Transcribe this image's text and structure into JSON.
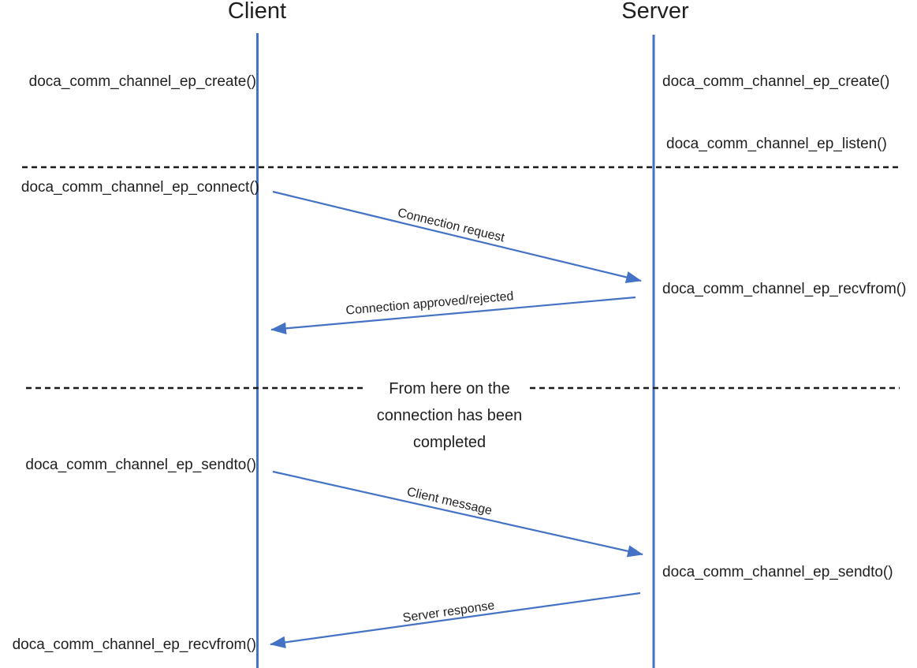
{
  "colors": {
    "accent_blue": "#4472C4",
    "text_color": "#1f1f1f",
    "dash_color": "#1a1a1a",
    "bg_color": "#ffffff"
  },
  "lanes": {
    "client_title": "Client",
    "server_title": "Server"
  },
  "client_calls": {
    "create": "doca_comm_channel_ep_create()",
    "connect": "doca_comm_channel_ep_connect()",
    "sendto": "doca_comm_channel_ep_sendto()",
    "recvfrom": "doca_comm_channel_ep_recvfrom()"
  },
  "server_calls": {
    "create": "doca_comm_channel_ep_create()",
    "listen": "doca_comm_channel_ep_listen()",
    "recvfrom": "doca_comm_channel_ep_recvfrom()",
    "sendto": "doca_comm_channel_ep_sendto()"
  },
  "messages": {
    "connection_request": "Connection request",
    "connection_approved": "Connection approved/rejected",
    "client_message": "Client message",
    "server_response": "Server response"
  },
  "note": {
    "line1": "From here on the",
    "line2": "connection has been",
    "line3": "completed"
  }
}
